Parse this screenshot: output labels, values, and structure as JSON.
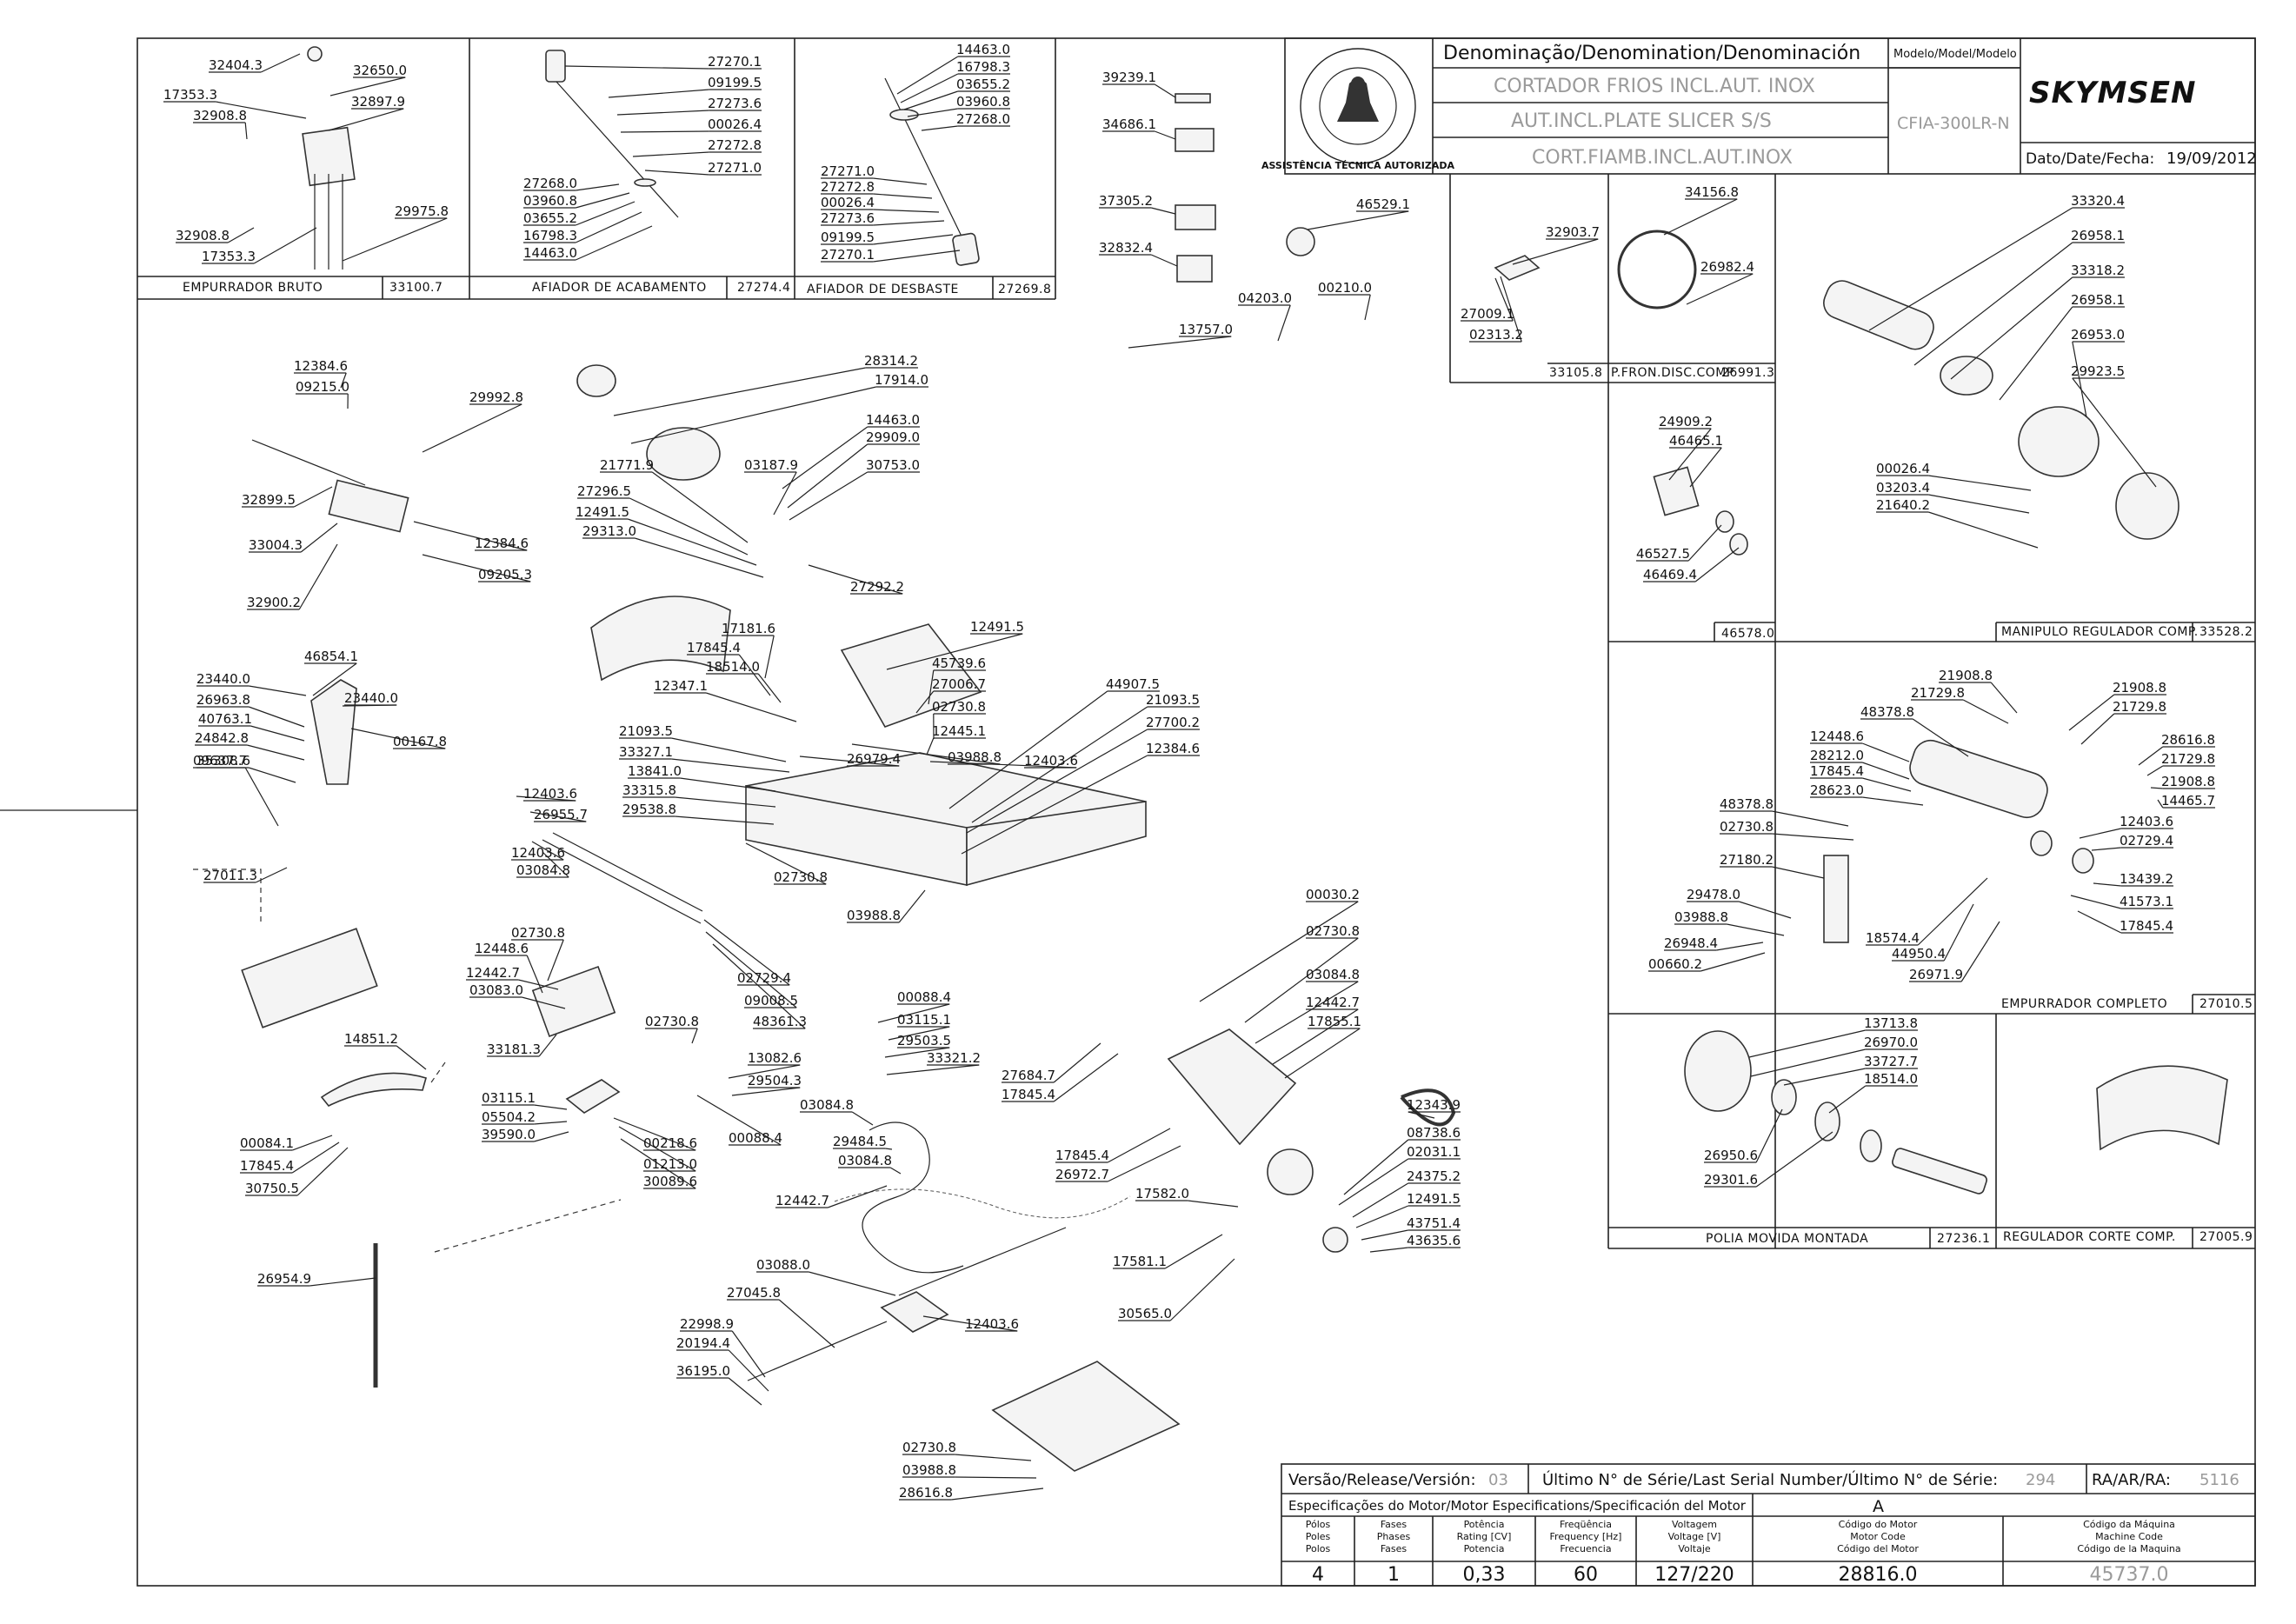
{
  "title_block": {
    "denomination_header": "Denominação/Denomination/Denominación",
    "model_header": "Modelo/Model/Modelo",
    "name_pt": "CORTADOR FRIOS INCL.AUT. INOX",
    "name_en": "AUT.INCL.PLATE SLICER S/S",
    "name_es": "CORT.FIAMB.INCL.AUT.INOX",
    "model": "CFIA-300LR-N",
    "brand": "SKYMSEN",
    "date_label": "Dato/Date/Fecha:",
    "date": "19/09/2012",
    "seal": "ASSISTÊNCIA TÉCNICA AUTORIZADA"
  },
  "release_block": {
    "version_label": "Versão/Release/Versión:",
    "version": "03",
    "serial_label": "Último N° de Série/Last Serial Number/Último N° de Série:",
    "serial": "294",
    "ra_label": "RA/AR/RA:",
    "ra": "5116",
    "motor_spec_label": "Especificações do Motor/Motor Especifications/Specificación del Motor",
    "motor_letter": "A",
    "poles_label": [
      "Pólos",
      "Poles",
      "Polos"
    ],
    "phases_label": [
      "Fases",
      "Phases",
      "Fases"
    ],
    "power_label": [
      "Potência",
      "Rating [CV]",
      "Potencia"
    ],
    "freq_label": [
      "Freqüência",
      "Frequency [Hz]",
      "Frecuencia"
    ],
    "voltage_label": [
      "Voltagem",
      "Voltage [V]",
      "Voltaje"
    ],
    "motor_code_label": [
      "Código do Motor",
      "Motor Code",
      "Código del Motor"
    ],
    "machine_code_label": [
      "Código da Máquina",
      "Machine Code",
      "Código de la Maquina"
    ],
    "poles": "4",
    "phases": "1",
    "power": "0,33",
    "freq": "60",
    "voltage": "127/220",
    "motor_code": "28816.0",
    "machine_code": "45737.0"
  },
  "captions": {
    "empurrador_bruto": "EMPURRADOR BRUTO",
    "empurrador_bruto_code": "33100.7",
    "afiador_acabamento": "AFIADOR DE ACABAMENTO",
    "afiador_acabamento_code": "27274.4",
    "afiador_desbaste": "AFIADOR DE DESBASTE",
    "afiador_desbaste_code": "27269.8",
    "pfron_code_a": "33105.8",
    "pfron": "P.FRON.DISC.COMP",
    "pfron_code_b": "26991.3",
    "box_46578": "46578.0",
    "manipulo": "MANIPULO REGULADOR COMP.",
    "manipulo_code": "33528.2",
    "empurrador_completo": "EMPURRADOR COMPLETO",
    "empurrador_completo_code": "27010.5",
    "polia": "POLIA MOVIDA MONTADA",
    "polia_code": "27236.1",
    "regulador": "REGULADOR CORTE COMP.",
    "regulador_code": "27005.9"
  },
  "part_numbers": [
    "32404.3",
    "32650.0",
    "17353.3",
    "32897.9",
    "32908.8",
    "32908.8",
    "17353.3",
    "29975.8",
    "27270.1",
    "09199.5",
    "27273.6",
    "00026.4",
    "27272.8",
    "27271.0",
    "27268.0",
    "03960.8",
    "03655.2",
    "16798.3",
    "14463.0",
    "14463.0",
    "16798.3",
    "03655.2",
    "03960.8",
    "27268.0",
    "27271.0",
    "27272.8",
    "00026.4",
    "27273.6",
    "09199.5",
    "27270.1",
    "39239.1",
    "34686.1",
    "37305.2",
    "32832.4",
    "13757.0",
    "46529.1",
    "04203.0",
    "00210.0",
    "32903.7",
    "27009.1",
    "02313.2",
    "34156.8",
    "26982.4",
    "33320.4",
    "26958.1",
    "33318.2",
    "26958.1",
    "26953.0",
    "29923.5",
    "00026.4",
    "03203.4",
    "21640.2",
    "24909.2",
    "46465.1",
    "46527.5",
    "46469.4",
    "12384.6",
    "09215.0",
    "29992.8",
    "32899.5",
    "33004.3",
    "12384.6",
    "09205.3",
    "32900.2",
    "28314.2",
    "17914.0",
    "14463.0",
    "29909.0",
    "30753.0",
    "03187.9",
    "21771.9",
    "27296.5",
    "12491.5",
    "29313.0",
    "27292.2",
    "46854.1",
    "23440.0",
    "23440.0",
    "26963.8",
    "40763.1",
    "24842.8",
    "35308.6",
    "00167.8",
    "09637.7",
    "27011.3",
    "12491.5",
    "17181.6",
    "17845.4",
    "18514.0",
    "12347.1",
    "45739.6",
    "27006.7",
    "02730.8",
    "12445.1",
    "44907.5",
    "21093.5",
    "27700.2",
    "12384.6",
    "21093.5",
    "33327.1",
    "13841.0",
    "33315.8",
    "29538.8",
    "26979.4",
    "03988.8",
    "12403.6",
    "02730.8",
    "03988.8",
    "12403.6",
    "26955.7",
    "12403.6",
    "03084.8",
    "02729.4",
    "09008.5",
    "48361.3",
    "02730.8",
    "12448.6",
    "12442.7",
    "03083.0",
    "33181.3",
    "00088.4",
    "03115.1",
    "29503.5",
    "33321.2",
    "14851.2",
    "00084.1",
    "17845.4",
    "30750.5",
    "02730.8",
    "13082.6",
    "29504.3",
    "00088.4",
    "03115.1",
    "05504.2",
    "39590.0",
    "00218.6",
    "01213.0",
    "30089.6",
    "03084.8",
    "29484.5",
    "03084.8",
    "12442.7",
    "00030.2",
    "02730.8",
    "03084.8",
    "12442.7",
    "17855.1",
    "27684.7",
    "17845.4",
    "17845.4",
    "26972.7",
    "12343.9",
    "08738.6",
    "02031.1",
    "24375.2",
    "12491.5",
    "43751.4",
    "43635.6",
    "17582.0",
    "17581.1",
    "30565.0",
    "03088.0",
    "27045.8",
    "22998.9",
    "20194.4",
    "36195.0",
    "12403.6",
    "02730.8",
    "03988.8",
    "28616.8",
    "26954.9",
    "21908.8",
    "21729.8",
    "21908.8",
    "21729.8",
    "48378.8",
    "28616.8",
    "21729.8",
    "21908.8",
    "14465.7",
    "12448.6",
    "28212.0",
    "17845.4",
    "28623.0",
    "48378.8",
    "02730.8",
    "12403.6",
    "02729.4",
    "27180.2",
    "13439.2",
    "41573.1",
    "17845.4",
    "29478.0",
    "03988.8",
    "26948.4",
    "00660.2",
    "18574.4",
    "44950.4",
    "26971.9",
    "13713.8",
    "26970.0",
    "33727.7",
    "18514.0",
    "26950.6",
    "29301.6"
  ]
}
